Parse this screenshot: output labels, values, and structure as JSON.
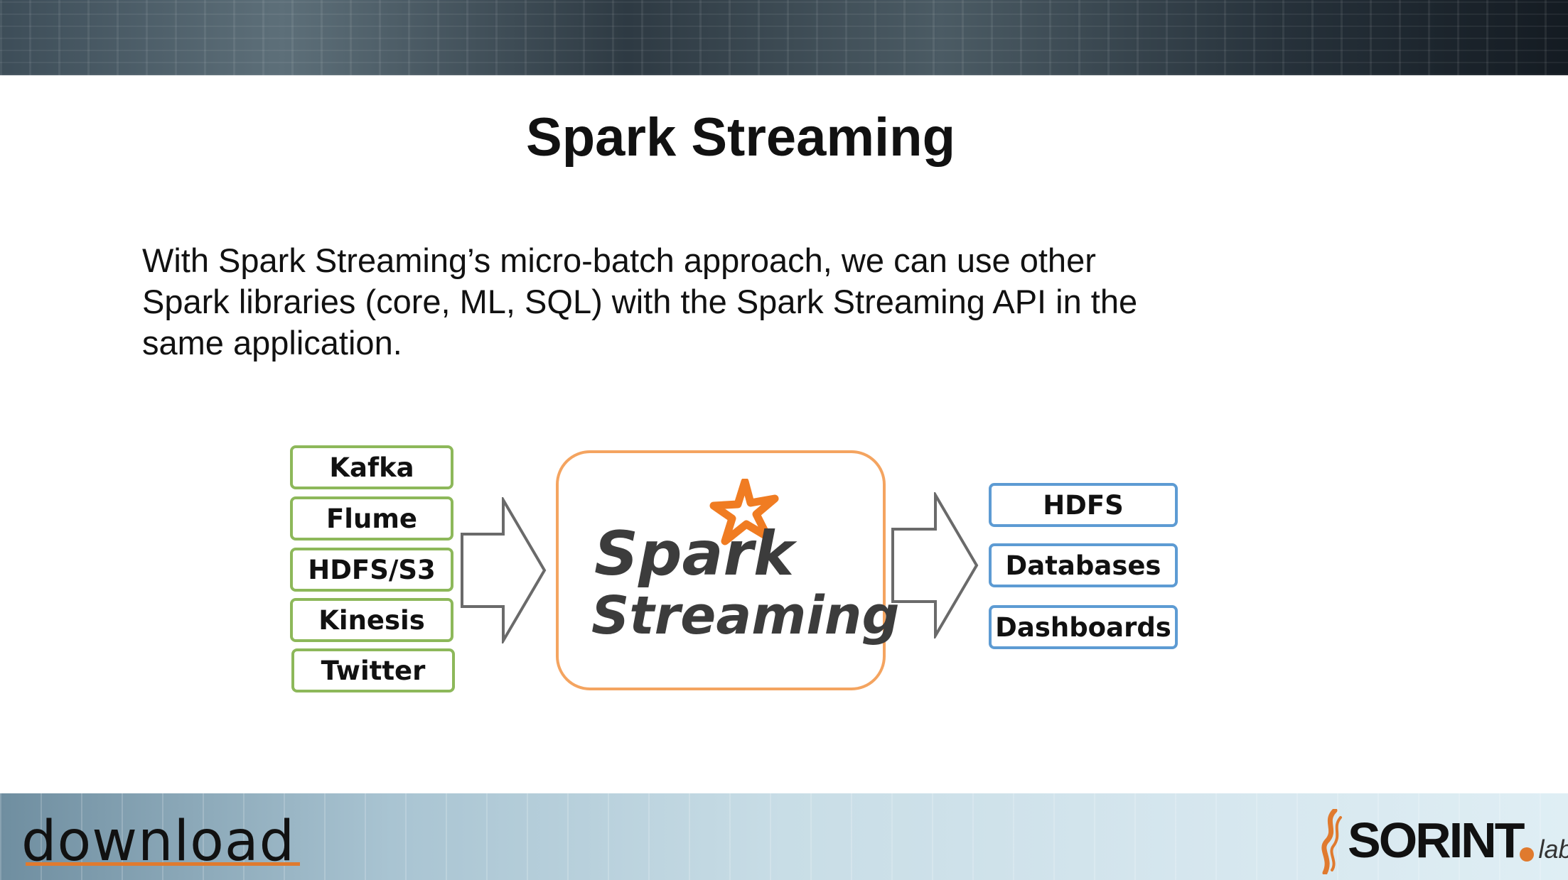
{
  "slide": {
    "title": "Spark Streaming",
    "body_lines": [
      "With Spark Streaming’s micro-batch approach, we can use other",
      "Spark libraries (core, ML, SQL) with the Spark Streaming API in the",
      "same application."
    ]
  },
  "diagram": {
    "sources": [
      "Kafka",
      "Flume",
      "HDFS/S3",
      "Kinesis",
      "Twitter"
    ],
    "engine": {
      "word1": "Spark",
      "word2": "Streaming"
    },
    "sinks": [
      "HDFS",
      "Databases",
      "Dashboards"
    ]
  },
  "footer": {
    "left_logo": "download",
    "right_logo_main": "SORINT",
    "right_logo_sub": "lab"
  },
  "colors": {
    "source_border": "#8db85a",
    "sink_border": "#5d9bd3",
    "engine_border": "#f4a460",
    "spark_star": "#f07c22",
    "accent": "#e07a2e"
  }
}
